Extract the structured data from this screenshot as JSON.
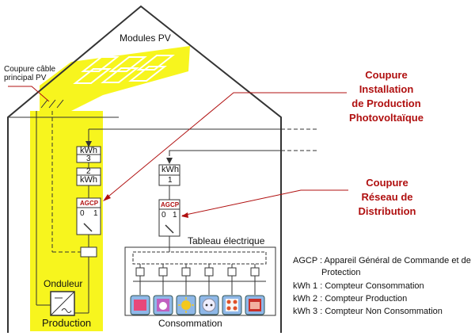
{
  "labels": {
    "modules_pv": "Modules PV",
    "coupure_cable": "Coupure câble\nprincipal PV",
    "coupure_installation": "Coupure\nInstallation\nde Production\nPhotovoltaïque",
    "coupure_reseau": "Coupure\nRéseau de\nDistribution",
    "tableau": "Tableau électrique",
    "onduleur": "Onduleur",
    "production": "Production",
    "consommation": "Consommation",
    "kwh": "kWh",
    "meter_3": "3",
    "meter_2": "2",
    "meter_1": "1",
    "agcp": "AGCP",
    "agcp_0": "0",
    "agcp_1": "1"
  },
  "legend": [
    "AGCP : Appareil Général de Commande et de",
    "Protection",
    "kWh 1 : Compteur Consommation",
    "kWh 2 : Compteur Production",
    "kWh 3 : Compteur Non Consommation"
  ],
  "colors": {
    "yellow": "#f7f51e",
    "red": "#b01010",
    "house": "#333333"
  },
  "appliances": [
    "radiator-icon",
    "washing-machine-icon",
    "sun-light-icon",
    "socket-icon",
    "cooktop-icon",
    "oven-icon"
  ]
}
